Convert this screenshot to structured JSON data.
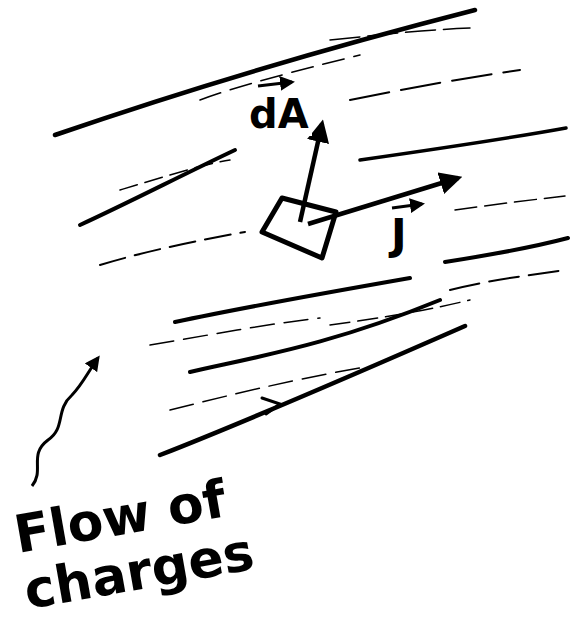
{
  "diagram": {
    "labels": [
      "dA",
      "J",
      "Flow of charges"
    ]
  }
}
